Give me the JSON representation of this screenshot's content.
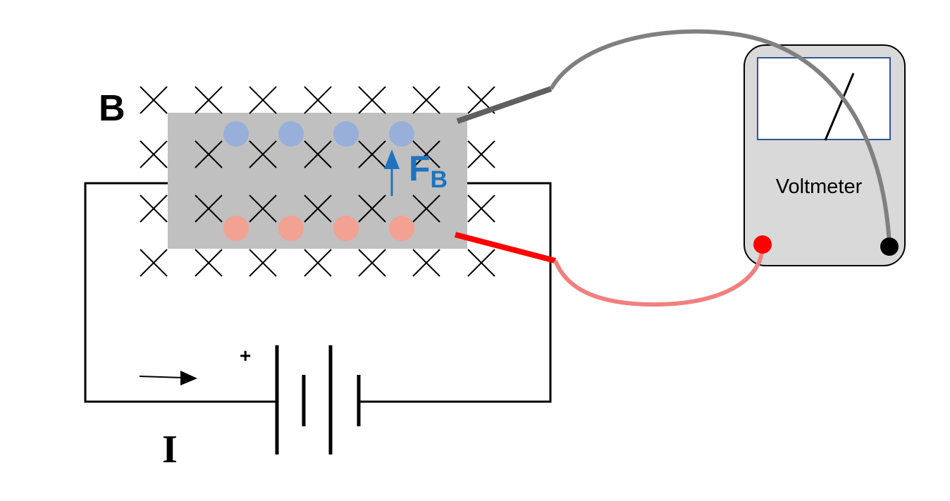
{
  "labels": {
    "field": "B",
    "force_main": "F",
    "force_sub": "B",
    "plus": "+",
    "current": "I",
    "voltmeter": "Voltmeter"
  },
  "colors": {
    "conductor": "#c0c0c0",
    "negative_charge": "#97afd9",
    "positive_charge": "#f2a193",
    "force_arrow": "#1f73be",
    "wire": "#000000",
    "probe_dark": "#606060",
    "probe_red": "#ff0000",
    "lead_grey": "#808080",
    "lead_pink": "#f08080",
    "meter_body": "#d9d9d9",
    "meter_window": "#2f5597"
  }
}
